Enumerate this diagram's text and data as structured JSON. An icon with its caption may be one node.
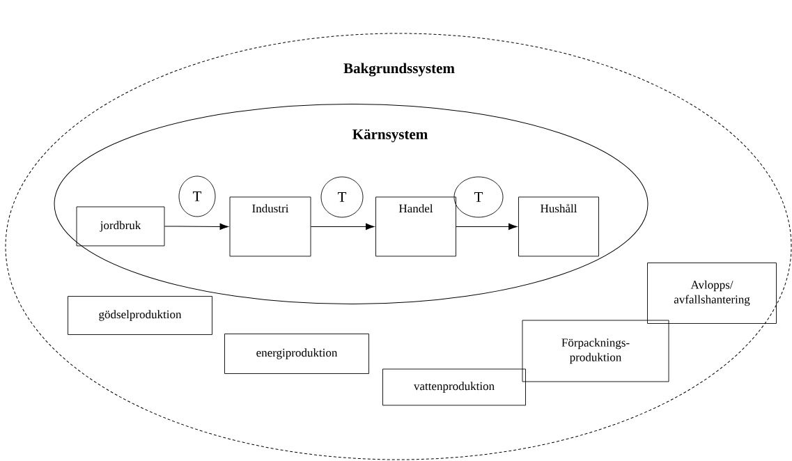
{
  "diagram": {
    "nodes": [
      {
        "text": [
          "Bakgrundssystem"
        ]
      },
      {
        "text": [
          "Kärnsystem"
        ],
        "in": 0
      },
      {
        "text": [
          "T"
        ],
        "in": 1
      },
      {
        "text": [
          "jordbruk"
        ],
        "in": 1
      },
      {
        "text": [
          "Industri"
        ],
        "in": 1
      },
      {
        "text": [
          "T"
        ],
        "in": 1
      },
      {
        "text": [
          "Handel"
        ],
        "in": 1
      },
      {
        "text": [
          "T"
        ],
        "in": 1
      },
      {
        "text": [
          "Hushåll"
        ],
        "in": 1
      },
      {
        "text": [
          "Avlopps/ avfallshantering"
        ],
        "in": 0
      },
      {
        "text": [
          "gödselproduktion"
        ],
        "in": 0
      },
      {
        "text": [
          "Förpacknings- produktion"
        ],
        "in": 0
      },
      {
        "text": [
          "energiproduktion"
        ],
        "in": 0
      },
      {
        "text": [
          "vattenproduktion"
        ],
        "in": 0
      }
    ],
    "edges": [
      {
        "from": 3,
        "to": 4,
        "arrow": "to"
      },
      {
        "from": 4,
        "to": 6,
        "arrow": "to"
      },
      {
        "from": 6,
        "to": 8,
        "arrow": "to"
      }
    ]
  }
}
